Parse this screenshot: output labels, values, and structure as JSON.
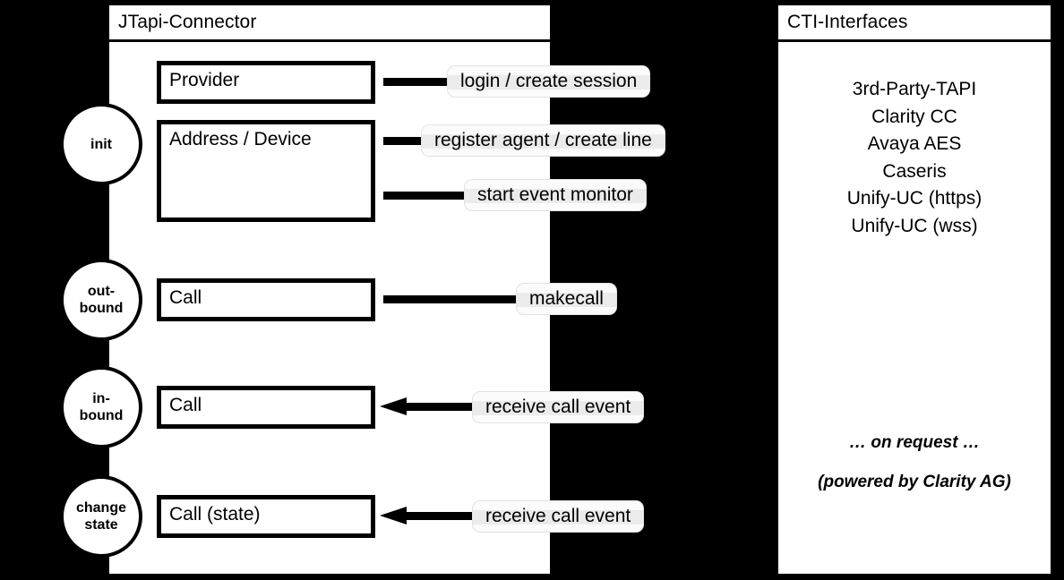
{
  "diagram": {
    "background_color": "#000000",
    "stroke_color": "#000000",
    "panel_color": "#ffffff"
  },
  "left_panel": {
    "title": "JTapi-Connector",
    "stages": [
      {
        "id": "init",
        "line1": "init",
        "line2": ""
      },
      {
        "id": "outbound",
        "line1": "out-",
        "line2": "bound"
      },
      {
        "id": "inbound",
        "line1": "in-",
        "line2": "bound"
      },
      {
        "id": "change-state",
        "line1": "change",
        "line2": "state"
      }
    ],
    "entities": [
      {
        "id": "provider",
        "label": "Provider"
      },
      {
        "id": "address-device",
        "label": "Address / Device"
      },
      {
        "id": "call-outbound",
        "label": "Call"
      },
      {
        "id": "call-inbound",
        "label": "Call"
      },
      {
        "id": "call-state",
        "label": "Call (state)"
      }
    ],
    "connectors": [
      {
        "id": "login-create-session",
        "label": "login / create session",
        "direction": "out"
      },
      {
        "id": "register-agent-create-line",
        "label": "register agent / create line",
        "direction": "out"
      },
      {
        "id": "start-event-monitor",
        "label": "start event monitor",
        "direction": "out"
      },
      {
        "id": "makecall",
        "label": "makecall",
        "direction": "out"
      },
      {
        "id": "receive-call-event-inbound",
        "label": "receive call event",
        "direction": "in"
      },
      {
        "id": "receive-call-event-state",
        "label": "receive call event",
        "direction": "in"
      }
    ]
  },
  "right_panel": {
    "title": "CTI-Interfaces",
    "interfaces": [
      "3rd-Party-TAPI",
      "Clarity CC",
      "Avaya AES",
      "Caseris",
      "Unify-UC (https)",
      "Unify-UC (wss)"
    ],
    "notes": [
      "… on request …",
      "(powered by Clarity AG)"
    ]
  }
}
